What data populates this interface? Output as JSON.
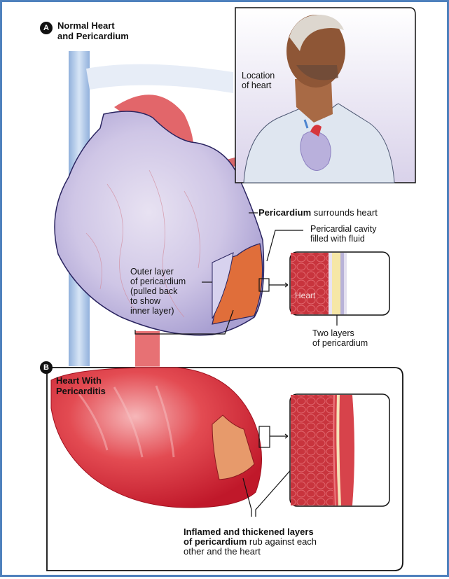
{
  "frame": {
    "border_color": "#4f81bd"
  },
  "panel_a": {
    "badge": "A",
    "title_line1": "Normal Heart",
    "title_line2": "and Pericardium",
    "inset_label_line1": "Location",
    "inset_label_line2": "of heart",
    "pericardium_bold": "Pericardium",
    "pericardium_rest": " surrounds heart",
    "cavity_line1": "Pericardial cavity",
    "cavity_line2": "filled with fluid",
    "outer_layer_lines": [
      "Outer layer",
      "of pericardium",
      "(pulled back",
      "to show",
      "inner layer)"
    ],
    "detail_heart_label": "Heart",
    "two_layers_line1": "Two layers",
    "two_layers_line2": "of pericardium"
  },
  "panel_b": {
    "badge": "B",
    "title_line1": "Heart With",
    "title_line2": "Pericarditis",
    "caption_bold_1": "Inflamed and thickened layers",
    "caption_bold_2": "of pericardium",
    "caption_rest_2": " rub against each",
    "caption_line3": "other and the heart"
  },
  "colors": {
    "heart_red": "#d8303a",
    "pericardium_lavender": "#c9c3e0",
    "vein_blue": "#8fb0dc",
    "fluid_yellow": "#f6e7a6",
    "muscle_red": "#c7333c"
  }
}
